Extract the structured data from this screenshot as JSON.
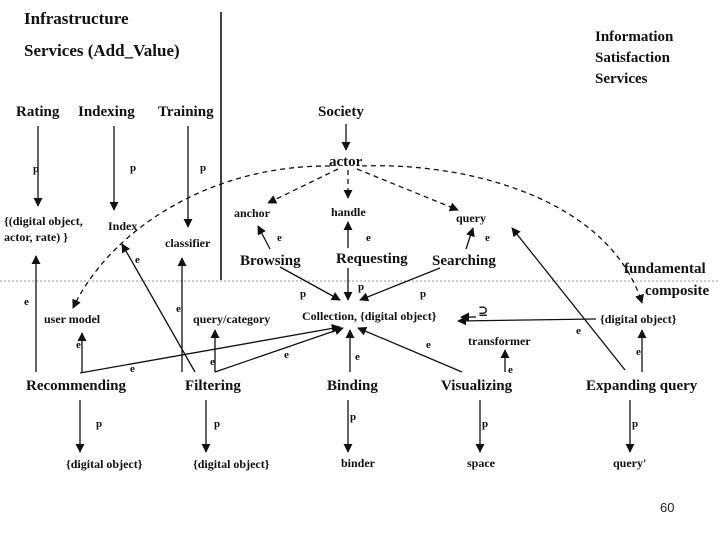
{
  "headings": {
    "left_line1": "Infrastructure",
    "left_line2": "Services (Add_Value)",
    "right_line1": "Information",
    "right_line2": "Satisfaction",
    "right_line3": "Services",
    "fundamental": "fundamental",
    "composite": "composite"
  },
  "nodes": {
    "rating": "Rating",
    "indexing": "Indexing",
    "training": "Training",
    "society": "Society",
    "actor": "actor",
    "anchor": "anchor",
    "handle": "handle",
    "query": "query",
    "dobj_actor_rate_1": "{(digital object,",
    "dobj_actor_rate_2": "actor, rate) }",
    "index": "Index",
    "classifier": "classifier",
    "browsing": "Browsing",
    "requesting": "Requesting",
    "searching": "Searching",
    "user_model": "user model",
    "query_category": "query/category",
    "collection": "Collection, {digital object}",
    "superset": "⊇",
    "dobj_right": "{digital object}",
    "transformer": "transformer",
    "recommending": "Recommending",
    "filtering": "Filtering",
    "binding": "Binding",
    "visualizing": "Visualizing",
    "expanding_query": "Expanding query",
    "out_recommending": "{digital object}",
    "out_filtering": "{digital object}",
    "binder": "binder",
    "space": "space",
    "query_prime": "query'"
  },
  "edge_labels": {
    "p": "p",
    "e": "e"
  },
  "page_number": "60"
}
